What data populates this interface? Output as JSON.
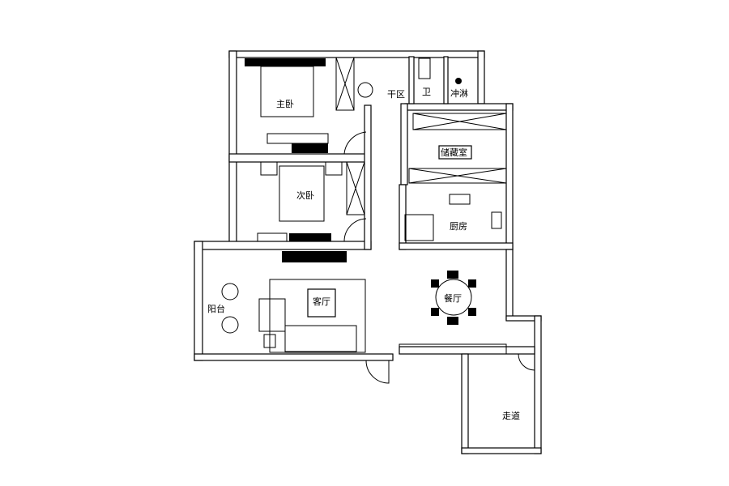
{
  "plan": {
    "rooms": {
      "master_bedroom": "主卧",
      "dry_area": "干区",
      "bathroom": "卫",
      "shower": "冲淋",
      "storage": "储藏室",
      "second_bedroom": "次卧",
      "kitchen": "厨房",
      "dining": "餐厅",
      "living": "客厅",
      "balcony": "阳台",
      "corridor": "走道"
    },
    "colors": {
      "line": "#000000",
      "background": "#ffffff"
    }
  }
}
